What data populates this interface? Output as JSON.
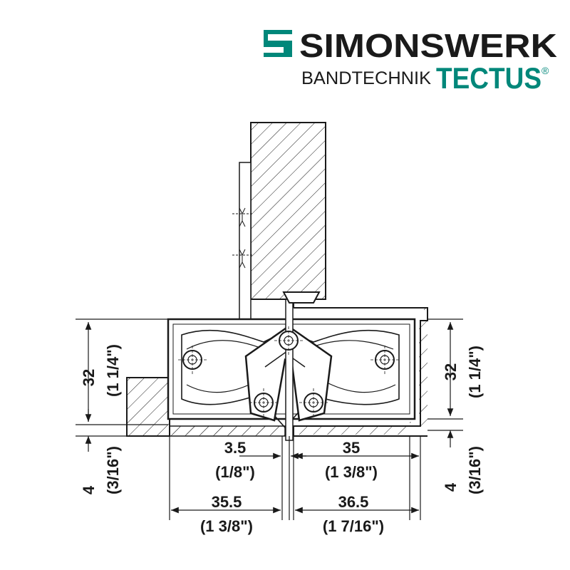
{
  "logo": {
    "brand": "SIMONSWERK",
    "subline": "BANDTECHNIK",
    "product": "TECTUS",
    "registered": "®",
    "colors": {
      "brand": "#1a1a1a",
      "accent": "#00877a"
    }
  },
  "dimensions": {
    "height_left_value": "32",
    "height_left_imperial": "(1 1/4\")",
    "height_right_value": "32",
    "height_right_imperial": "(1 1/4\")",
    "gap_left_value": "4",
    "gap_left_imperial": "(3/16\")",
    "gap_right_value": "4",
    "gap_right_imperial": "(3/16\")",
    "offset_value": "3.5",
    "offset_imperial": "(1/8\")",
    "right_depth_value": "35",
    "right_depth_imperial": "(1 3/8\")",
    "left_length_value": "35.5",
    "left_length_imperial": "(1 3/8\")",
    "right_length_value": "36.5",
    "right_length_imperial": "(1 7/16\")"
  }
}
